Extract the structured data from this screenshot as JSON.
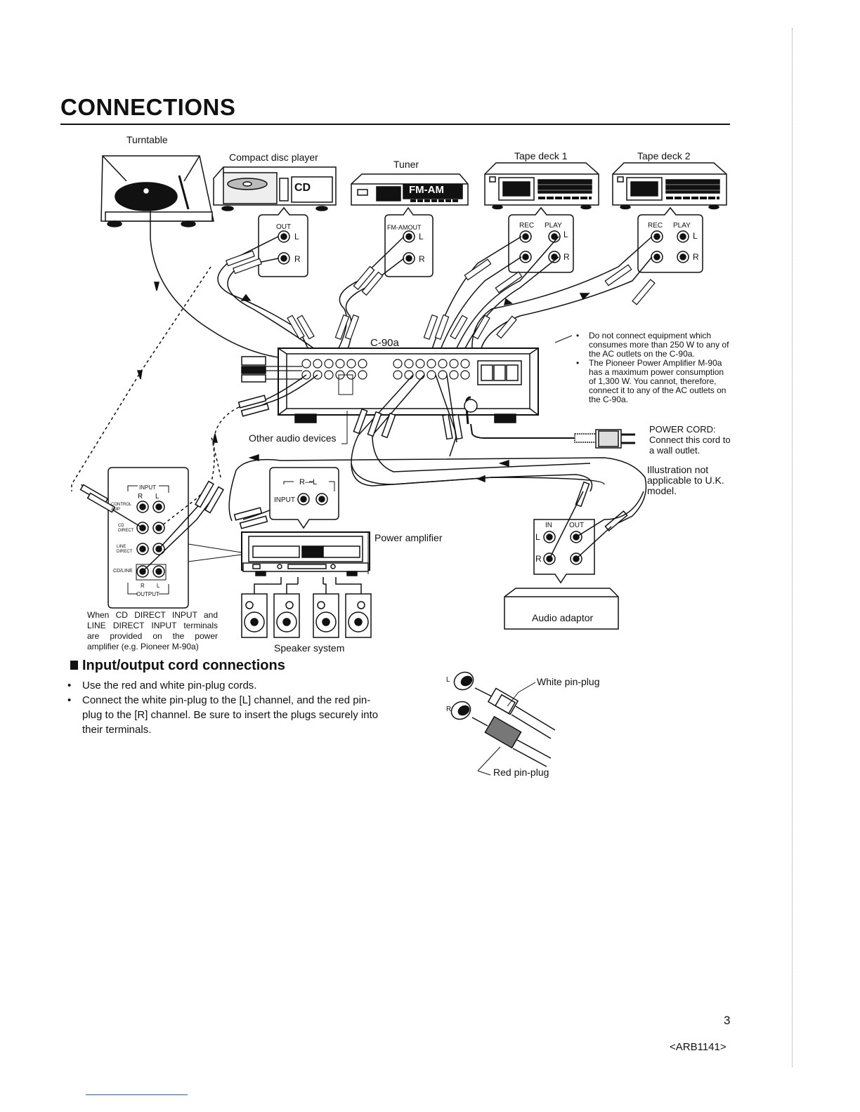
{
  "title": "CONNECTIONS",
  "devices": {
    "turntable": "Turntable",
    "cd_player": "Compact disc player",
    "cd_badge": "CD",
    "tuner": "Tuner",
    "tuner_badge": "FM-AM",
    "tape_deck_1": "Tape deck 1",
    "tape_deck_2": "Tape deck 2",
    "preamp_model": "C-90a",
    "other_audio": "Other audio devices",
    "power_amp": "Power amplifier",
    "speakers": "Speaker system",
    "audio_adaptor": "Audio adaptor"
  },
  "terminals": {
    "out": "OUT",
    "fm_am_out": "FM-AMOUT",
    "rec": "REC",
    "play": "PLAY",
    "l": "L",
    "r": "R",
    "input": "INPUT",
    "in": "IN",
    "output": "OUTPUT",
    "control_amp": "CONTROL AMP",
    "cd_direct": "CD DIRECT",
    "line_direct": "LINE DIRECT",
    "cd_line": "CD/LINE",
    "r_l": "R—L"
  },
  "notes": [
    "Do not connect equipment which consumes more than 250 W to any of the AC outlets on the C-90a.",
    "The Pioneer Power Amplifier M-90a has a maximum power consumption of 1,300 W. You cannot, therefore, connect it to any of the AC outlets on the C-90a."
  ],
  "power_cord": {
    "heading": "POWER CORD:",
    "text": "Connect this cord to a wall outlet."
  },
  "illustration_note": "Illustration not applicable to U.K. model.",
  "direct_input_note": "When CD DIRECT INPUT and LINE DIRECT INPUT terminals are provided on the power amplifier (e.g. Pioneer M-90a)",
  "section": {
    "heading": "Input/output cord connections",
    "bullets": [
      "Use the red and white pin-plug cords.",
      "Connect the white pin-plug to the [L] channel, and the red pin-plug to the [R] channel. Be sure to insert the plugs securely into their terminals."
    ]
  },
  "plugs": {
    "white": "White pin-plug",
    "red": "Red pin-plug",
    "l": "L",
    "r": "R"
  },
  "page_number": "3",
  "doc_code": "<ARB1141>"
}
